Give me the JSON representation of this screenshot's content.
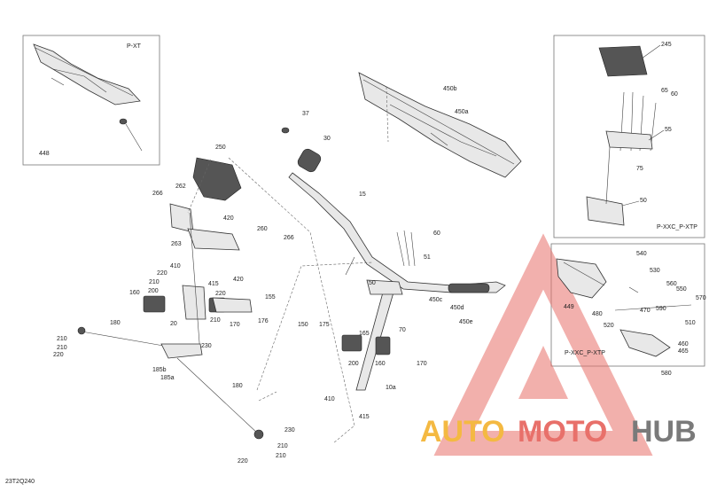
{
  "diagram": {
    "drawing_code": "23T2Q240",
    "insets": [
      {
        "label": "P-XT",
        "callouts": [
          "448"
        ]
      },
      {
        "label": "P-XXC_P-XTP",
        "callouts": [
          "245",
          "65",
          "60",
          "55",
          "75",
          "50"
        ]
      },
      {
        "label": "P-XXC_P-XTP",
        "callouts": [
          "540",
          "530",
          "560",
          "550",
          "570",
          "590",
          "470",
          "449",
          "480",
          "520",
          "510",
          "580",
          "460",
          "465"
        ]
      }
    ],
    "main_callouts": [
      "37",
      "30",
      "450b",
      "450a",
      "15",
      "250",
      "266",
      "262",
      "420",
      "263",
      "260",
      "266",
      "410",
      "220",
      "210",
      "160",
      "200",
      "415",
      "220",
      "420",
      "155",
      "210",
      "20",
      "170",
      "176",
      "180",
      "210",
      "210",
      "220",
      "230",
      "185b",
      "185a",
      "180",
      "60",
      "51",
      "50",
      "450c",
      "450d",
      "450e",
      "150",
      "175",
      "165",
      "70",
      "200",
      "160",
      "170",
      "410",
      "10a",
      "415",
      "230",
      "210",
      "220",
      "210"
    ],
    "watermark": {
      "part1": "AUTO",
      "part2": "MOTO",
      "part3": "HUB",
      "color1": "#f4b942",
      "color2": "#e8706a",
      "color3": "#7a7a7a"
    }
  }
}
